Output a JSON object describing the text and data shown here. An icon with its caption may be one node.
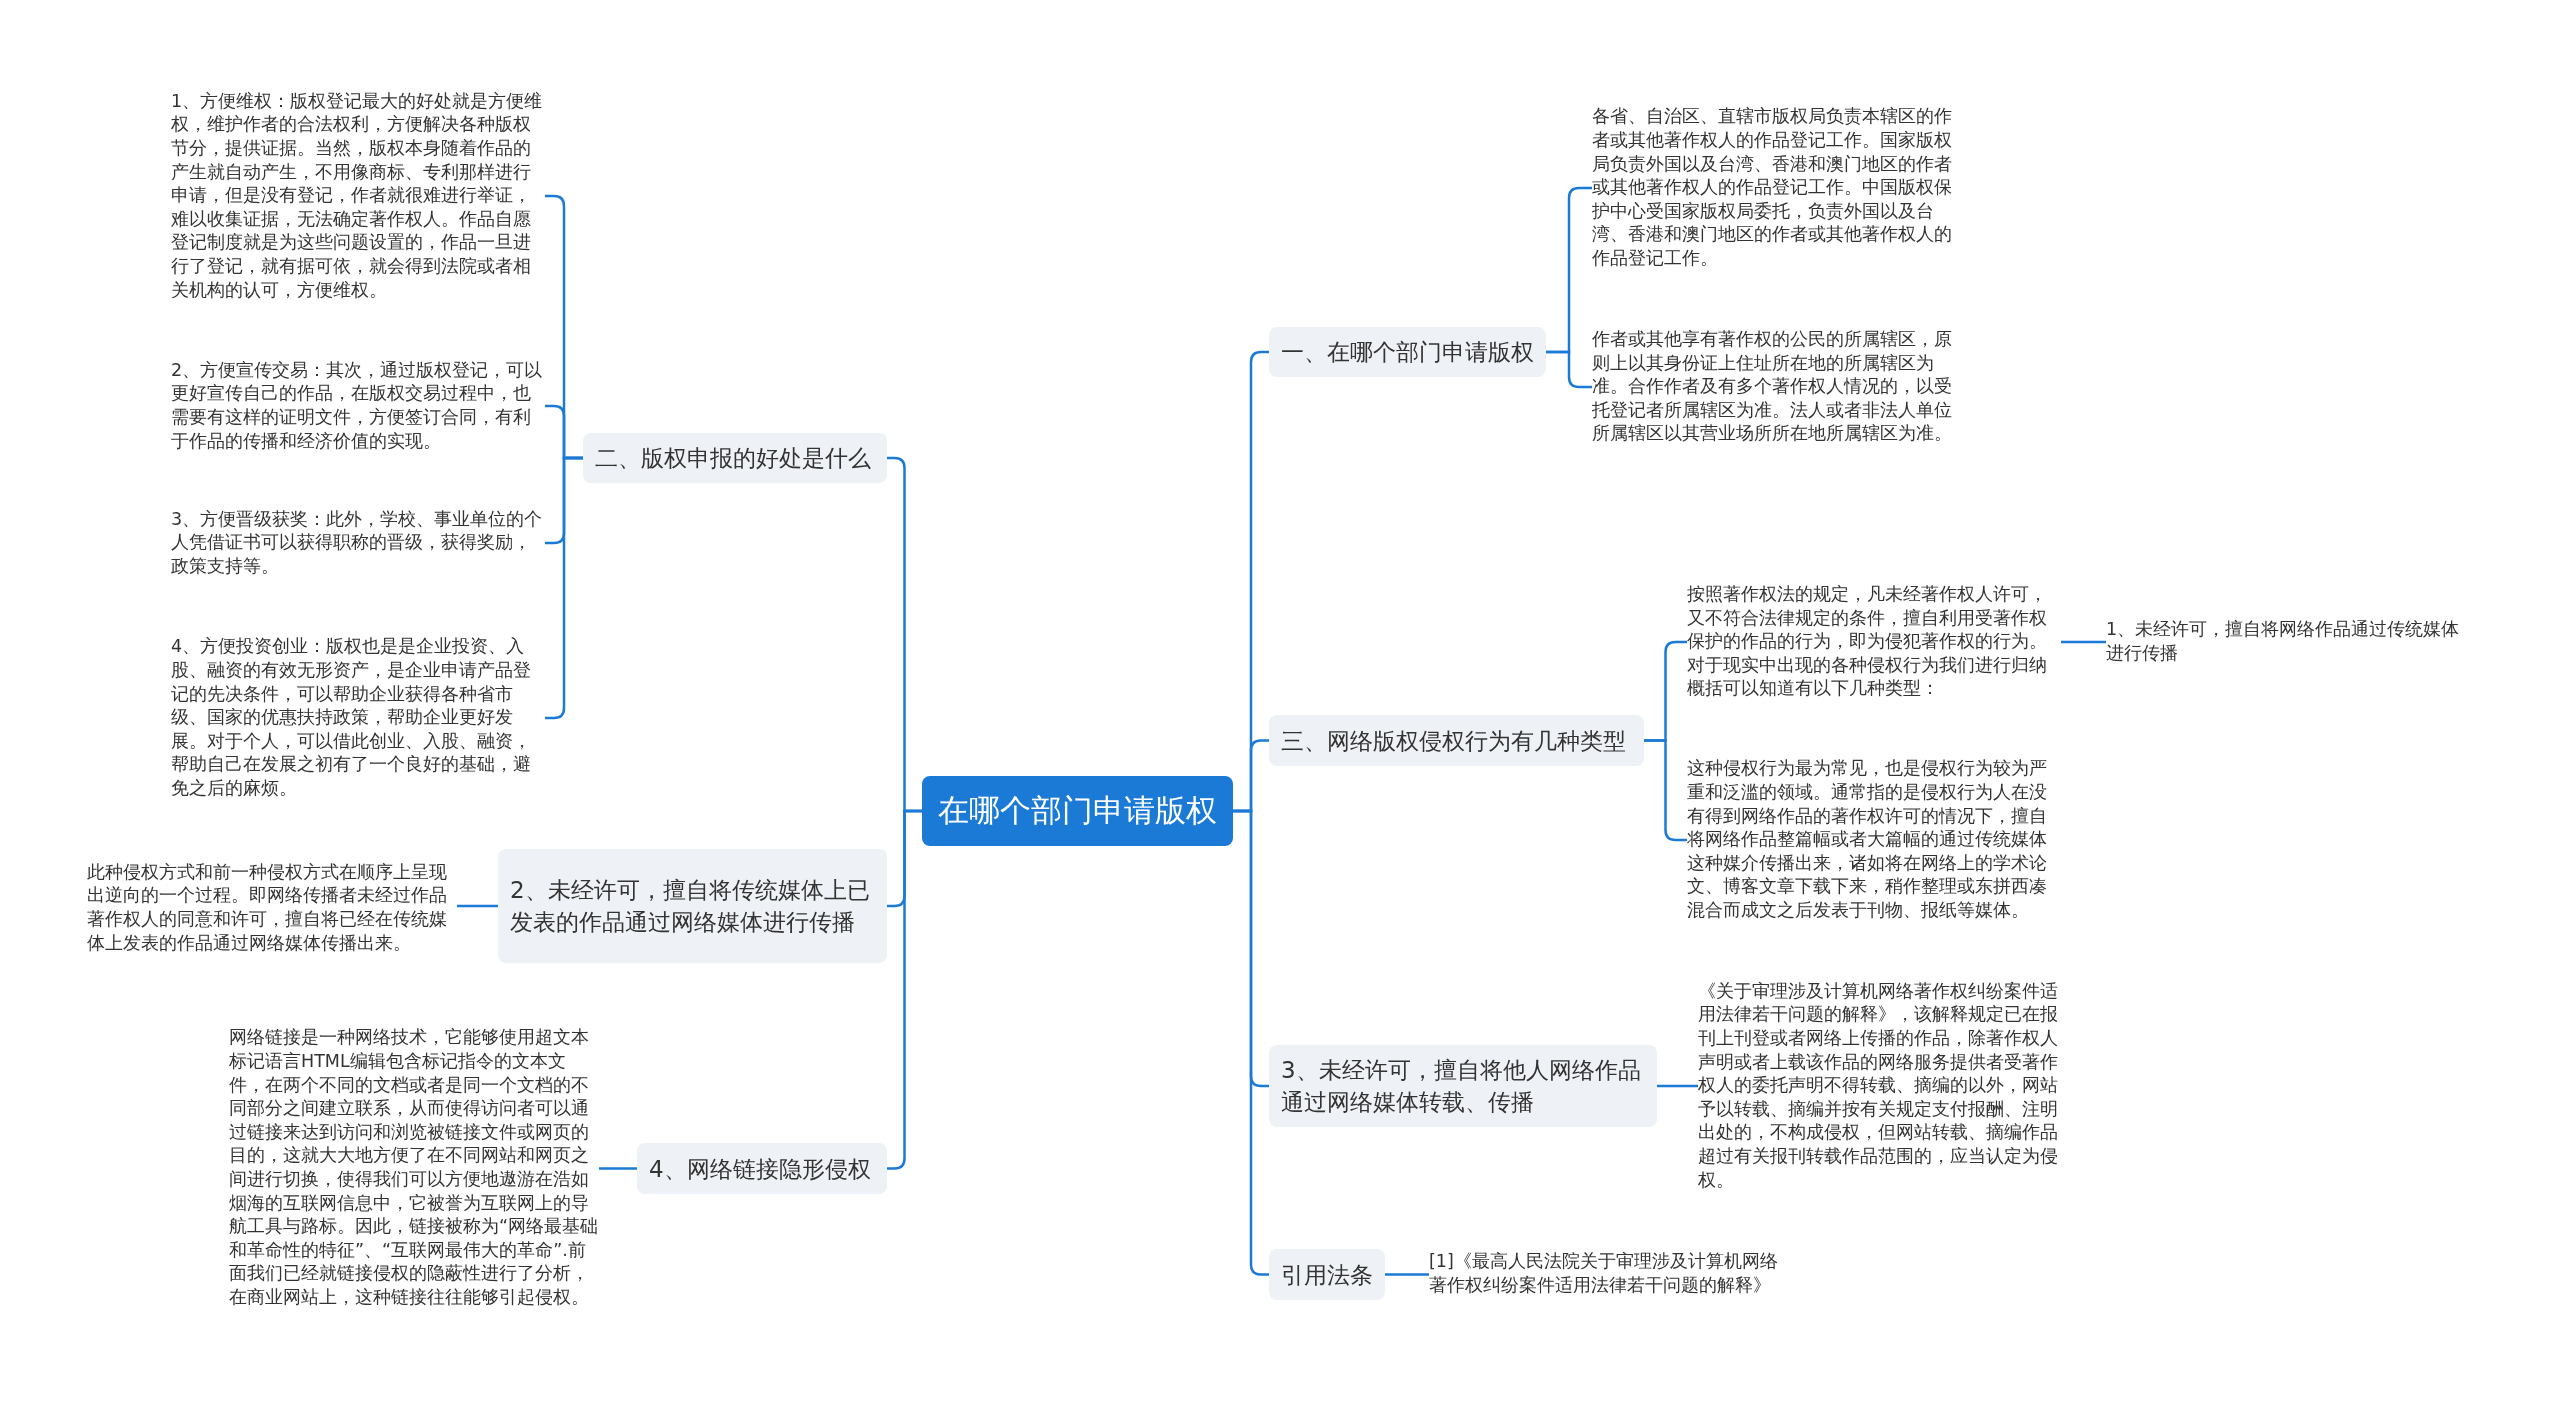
{
  "diagram": {
    "nodes": [
      {
        "text": [
          "在哪个部门申请版权"
        ]
      },
      {
        "text": [
          "二、版权申报的好处是什么"
        ]
      },
      {
        "text": [
          "1、方便维权：版权登记最大的好处就是方便维权，维护作者的合法权利，方便解决各种版权节分，提供证据。当然，版权本身随着作品的产生就自动产生，不用像商标、专利那样进行申请，但是没有登记，作者就很难进行举证，难以收集证据，无法确定著作权人。作品自愿登记制度就是为这些问题设置的，作品一旦进行了登记，就有据可依，就会得到法院或者相关机构的认可，方便维权。"
        ]
      },
      {
        "text": [
          "2、方便宣传交易：其次，通过版权登记，可以更好宣传自己的作品，在版权交易过程中，也需要有这样的证明文件，方便签订合同，有利于作品的传播和经济价值的实现。"
        ]
      },
      {
        "text": [
          "3、方便晋级获奖：此外，学校、事业单位的个人凭借证书可以获得职称的晋级，获得奖励，政策支持等。"
        ]
      },
      {
        "text": [
          "4、方便投资创业：版权也是是企业投资、入股、融资的有效无形资产，是企业申请产品登记的先决条件，可以帮助企业获得各种省市级、国家的优惠扶持政策，帮助企业更好发展。对于个人，可以借此创业、入股、融资，帮助自己在发展之初有了一个良好的基础，避免之后的麻烦。"
        ]
      },
      {
        "text": [
          "2、未经许可，擅自将传统媒体上已发表的作品通过网络媒体进行传播"
        ]
      },
      {
        "text": [
          "此种侵权方式和前一种侵权方式在顺序上呈现出逆向的一个过程。即网络传播者未经过作品著作权人的同意和许可，擅自将已经在传统媒体上发表的作品通过网络媒体传播出来。"
        ]
      },
      {
        "text": [
          "4、网络链接隐形侵权"
        ]
      },
      {
        "text": [
          "网络链接是一种网络技术，它能够使用超文本标记语言HTML编辑包含标记指令的文本文件，在两个不同的文档或者是同一个文档的不同部分之间建立联系，从而使得访问者可以通过链接来达到访问和浏览被链接文件或网页的目的，这就大大地方便了在不同网站和网页之间进行切换，使得我们可以方便地遨游在浩如烟海的互联网信息中，它被誉为互联网上的导航工具与路标。因此，链接被称为“网络最基础和革命性的特征”、“互联网最伟大的革命”.前面我们已经就链接侵权的隐蔽性进行了分析，在商业网站上，这种链接往往能够引起侵权。"
        ]
      },
      {
        "text": [
          "一、在哪个部门申请版权"
        ]
      },
      {
        "text": [
          "各省、自治区、直辖市版权局负责本辖区的作者或其他著作权人的作品登记工作。国家版权局负责外国以及台湾、香港和澳门地区的作者或其他著作权人的作品登记工作。中国版权保护中心受国家版权局委托，负责外国以及台湾、香港和澳门地区的作者或其他著作权人的作品登记工作。"
        ]
      },
      {
        "text": [
          "作者或其他享有著作权的公民的所属辖区，原则上以其身份证上住址所在地的所属辖区为准。合作作者及有多个著作权人情况的，以受托登记者所属辖区为准。法人或者非法人单位所属辖区以其营业场所所在地所属辖区为准。"
        ]
      },
      {
        "text": [
          "三、网络版权侵权行为有几种类型"
        ]
      },
      {
        "text": [
          "按照著作权法的规定，凡未经著作权人许可，又不符合法律规定的条件，擅自利用受著作权保护的作品的行为，即为侵犯著作权的行为。对于现实中出现的各种侵权行为我们进行归纳概括可以知道有以下几种类型："
        ]
      },
      {
        "text": [
          "1、未经许可，擅自将网络作品通过传统媒体进行传播"
        ]
      },
      {
        "text": [
          "这种侵权行为最为常见，也是侵权行为较为严重和泛滥的领域。通常指的是侵权行为人在没有得到网络作品的著作权许可的情况下，擅自将网络作品整篇幅或者大篇幅的通过传统媒体这种媒介传播出来，诸如将在网络上的学术论文、博客文章下载下来，稍作整理或东拼西凑混合而成文之后发表于刊物、报纸等媒体。"
        ]
      },
      {
        "text": [
          "3、未经许可，擅自将他人网络作品通过网络媒体转载、传播"
        ]
      },
      {
        "text": [
          "《关于审理涉及计算机网络著作权纠纷案件适用法律若干问题的解释》，该解释规定已在报刊上刊登或者网络上传播的作品，除著作权人声明或者上载该作品的网络服务提供者受著作权人的委托声明不得转载、摘编的以外，网站予以转载、摘编并按有关规定支付报酬、注明出处的，不构成侵权，但网站转载、摘编作品超过有关报刊转载作品范围的，应当认定为侵权。"
        ]
      },
      {
        "text": [
          "引用法条"
        ]
      },
      {
        "text": [
          "[1]《最高人民法院关于审理涉及计算机网络著作权纠纷案件适用法律若干问题的解释》"
        ]
      }
    ],
    "edges": [
      {
        "from": 0,
        "to": 1,
        "arrow": "none"
      },
      {
        "from": 1,
        "to": 2,
        "arrow": "none"
      },
      {
        "from": 1,
        "to": 3,
        "arrow": "none"
      },
      {
        "from": 1,
        "to": 4,
        "arrow": "none"
      },
      {
        "from": 1,
        "to": 5,
        "arrow": "none"
      },
      {
        "from": 0,
        "to": 6,
        "arrow": "none"
      },
      {
        "from": 6,
        "to": 7,
        "arrow": "none"
      },
      {
        "from": 0,
        "to": 8,
        "arrow": "none"
      },
      {
        "from": 8,
        "to": 9,
        "arrow": "none"
      },
      {
        "from": 0,
        "to": 10,
        "arrow": "none"
      },
      {
        "from": 10,
        "to": 11,
        "arrow": "none"
      },
      {
        "from": 10,
        "to": 12,
        "arrow": "none"
      },
      {
        "from": 0,
        "to": 13,
        "arrow": "none"
      },
      {
        "from": 13,
        "to": 14,
        "arrow": "none"
      },
      {
        "from": 14,
        "to": 15,
        "arrow": "none"
      },
      {
        "from": 13,
        "to": 16,
        "arrow": "none"
      },
      {
        "from": 0,
        "to": 17,
        "arrow": "none"
      },
      {
        "from": 17,
        "to": 18,
        "arrow": "none"
      },
      {
        "from": 0,
        "to": 19,
        "arrow": "none"
      },
      {
        "from": 19,
        "to": 20,
        "arrow": "none"
      }
    ]
  }
}
